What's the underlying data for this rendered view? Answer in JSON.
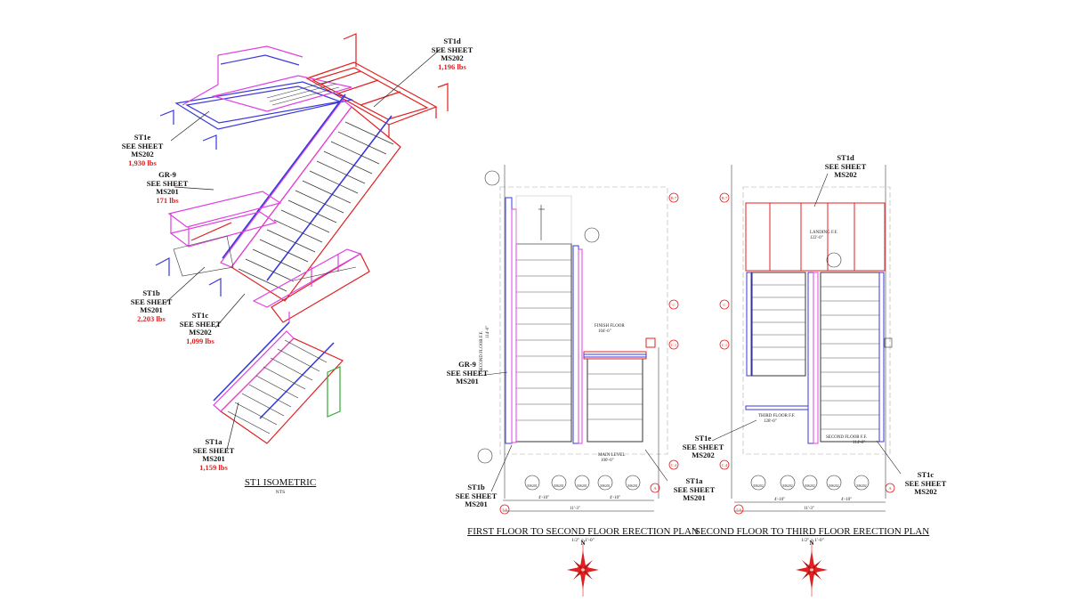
{
  "isometric": {
    "title": "ST1 ISOMETRIC",
    "scale": "NTS",
    "callouts": [
      {
        "id": "st1d",
        "mark": "ST1d",
        "line1": "SEE SHEET",
        "line2": "MS202",
        "weight": "1,196 lbs"
      },
      {
        "id": "st1e",
        "mark": "ST1e",
        "line1": "SEE SHEET",
        "line2": "MS202",
        "weight": "1,930 lbs"
      },
      {
        "id": "gr9",
        "mark": "GR-9",
        "line1": "SEE SHEET",
        "line2": "MS201",
        "weight": "171 lbs"
      },
      {
        "id": "st1b",
        "mark": "ST1b",
        "line1": "SEE SHEET",
        "line2": "MS201",
        "weight": "2,203 lbs"
      },
      {
        "id": "st1c",
        "mark": "ST1c",
        "line1": "SEE SHEET",
        "line2": "MS202",
        "weight": "1,099 lbs"
      },
      {
        "id": "st1a",
        "mark": "ST1a",
        "line1": "SEE SHEET",
        "line2": "MS201",
        "weight": "1,159 lbs"
      }
    ]
  },
  "plan1": {
    "title": "FIRST FLOOR TO SECOND FLOOR ERECTION PLAN",
    "scale": "1/2\" = 1'-0\"",
    "callouts": [
      {
        "id": "gr9",
        "mark": "GR-9",
        "line1": "SEE SHEET",
        "line2": "MS201"
      },
      {
        "id": "st1b",
        "mark": "ST1b",
        "line1": "SEE SHEET",
        "line2": "MS201"
      },
      {
        "id": "st1a",
        "mark": "ST1a",
        "line1": "SEE SHEET",
        "line2": "MS201"
      }
    ],
    "level_labels": [
      "SECOND FLOOR F.F.",
      "FINISH FLOOR",
      "MAIN LEVEL"
    ],
    "elevations": [
      "114'-0\"",
      "104'-6\"",
      "100'-0\""
    ],
    "section_marks": [
      "MS201",
      "MS201",
      "MS201",
      "MS201",
      "MS201"
    ],
    "grid_bubbles": [
      "B.7",
      "C",
      "C.1",
      "C.4",
      "A",
      "5.6"
    ],
    "dimensions": [
      "4'-10\"",
      "4'-10\"",
      "11'-3\""
    ]
  },
  "plan2": {
    "title": "SECOND FLOOR TO THIRD FLOOR ERECTION PLAN",
    "scale": "1/2\" = 1'-0\"",
    "callouts": [
      {
        "id": "st1d",
        "mark": "ST1d",
        "line1": "SEE SHEET",
        "line2": "MS202"
      },
      {
        "id": "st1e",
        "mark": "ST1e",
        "line1": "SEE SHEET",
        "line2": "MS202"
      },
      {
        "id": "st1c",
        "mark": "ST1c",
        "line1": "SEE SHEET",
        "line2": "MS202"
      }
    ],
    "level_labels": [
      "LANDING F.F.",
      "THIRD FLOOR F.F.",
      "SECOND FLOOR F.F."
    ],
    "elevations": [
      "122'-0\"",
      "128'-0\"",
      "114'-0\""
    ],
    "section_marks": [
      "MS202",
      "MS202",
      "MS202",
      "MS202",
      "MS202"
    ],
    "grid_bubbles": [
      "B.7",
      "C",
      "C.1",
      "C.4",
      "A",
      "5.6"
    ],
    "dimensions": [
      "4'-10\"",
      "4'-10\"",
      "11'-3\""
    ]
  },
  "compass": {
    "north": "N"
  },
  "colors": {
    "red": "#e02020",
    "magenta": "#e040e0",
    "blue": "#3a3adc",
    "green": "#33aa33",
    "line": "#222222"
  }
}
